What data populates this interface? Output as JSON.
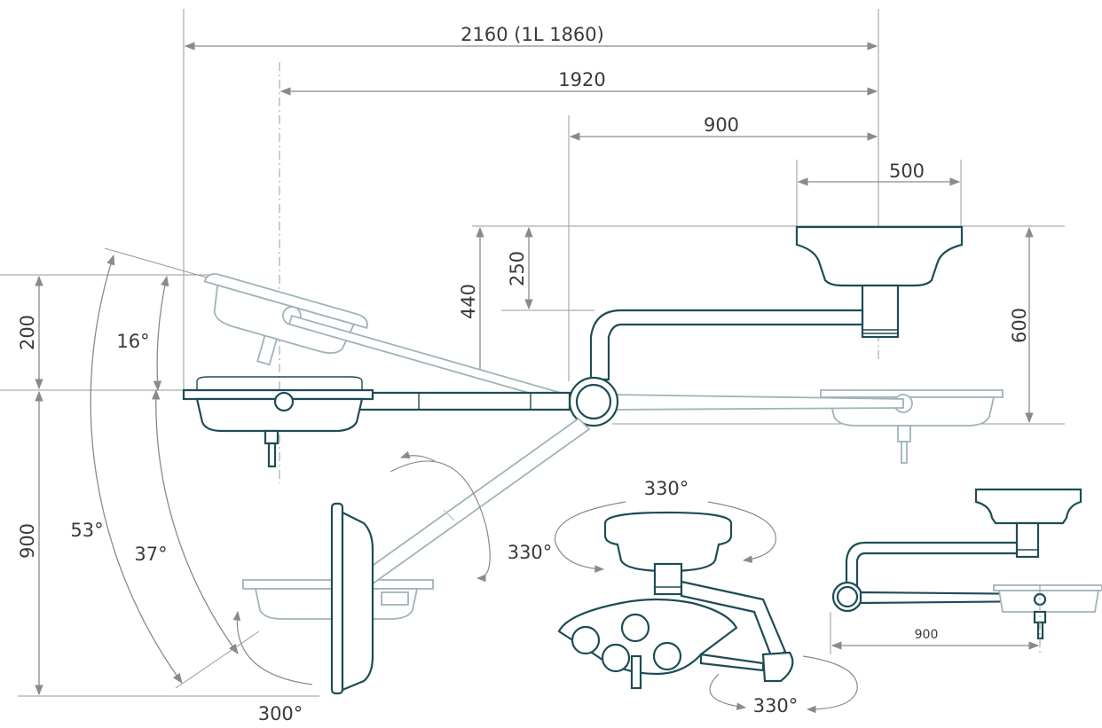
{
  "dimensions": {
    "width_total": "2160 (1L 1860)",
    "width_1920": "1920",
    "width_900_top": "900",
    "canopy_500": "500",
    "height_440": "440",
    "height_250": "250",
    "height_600": "600",
    "height_200": "200",
    "height_900": "900",
    "angle_16": "16°",
    "angle_53": "53°",
    "angle_37": "37°",
    "rotation_330_arm": "330°",
    "rotation_300": "300°",
    "rotation_330_top": "330°",
    "rotation_330_bottom": "330°",
    "small_900": "900"
  },
  "colors": {
    "line": "#1e4d55",
    "ghost": "#9fb4b8",
    "dimension": "#8a8a8a"
  }
}
